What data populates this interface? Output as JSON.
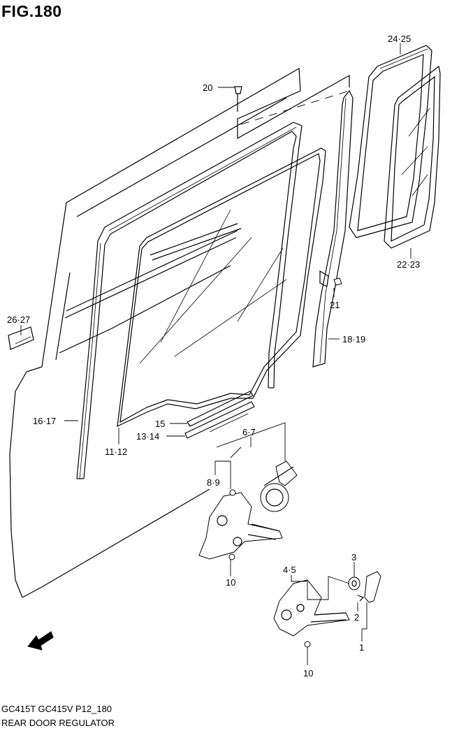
{
  "figure": {
    "title": "FIG.180"
  },
  "labels": {
    "l_20": "20",
    "l_24_25": "24·25",
    "l_22_23": "22·23",
    "l_21": "21",
    "l_18_19": "18·19",
    "l_26_27": "26·27",
    "l_16_17": "16·17",
    "l_15": "15",
    "l_13_14": "13·14",
    "l_11_12": "11·12",
    "l_6_7": "6·7",
    "l_8_9": "8·9",
    "l_10a": "10",
    "l_3": "3",
    "l_4_5": "4·5",
    "l_2": "2",
    "l_1": "1",
    "l_10b": "10"
  },
  "fwd_mark": "FWD",
  "footer": {
    "model_code": "GC415T GC415V P12_180",
    "caption": "REAR DOOR REGULATOR"
  }
}
